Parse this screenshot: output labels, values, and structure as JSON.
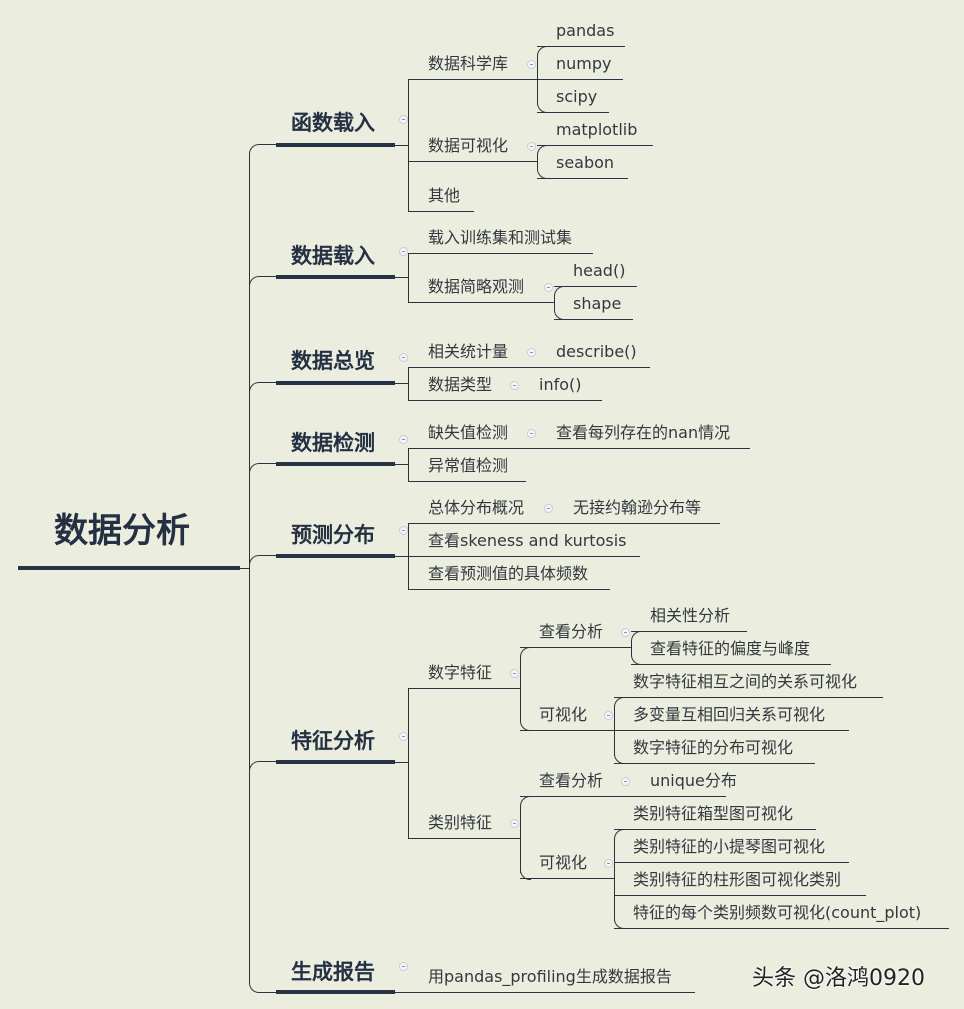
{
  "root": {
    "label": "数据分析"
  },
  "branches": [
    {
      "label": "函数载入",
      "children": [
        {
          "label": "数据科学库",
          "children": [
            "pandas",
            "numpy",
            "scipy"
          ]
        },
        {
          "label": "数据可视化",
          "children": [
            "matplotlib",
            "seabon"
          ]
        },
        {
          "label": "其他"
        }
      ]
    },
    {
      "label": "数据载入",
      "children": [
        {
          "label": "载入训练集和测试集"
        },
        {
          "label": "数据简略观测",
          "children": [
            "head()",
            "shape"
          ]
        }
      ]
    },
    {
      "label": "数据总览",
      "children": [
        {
          "label": "相关统计量",
          "children": [
            "describe()"
          ]
        },
        {
          "label": "数据类型",
          "children": [
            "info()"
          ]
        }
      ]
    },
    {
      "label": "数据检测",
      "children": [
        {
          "label": "缺失值检测",
          "children": [
            "查看每列存在的nan情况"
          ]
        },
        {
          "label": "异常值检测"
        }
      ]
    },
    {
      "label": "预测分布",
      "children": [
        {
          "label": "总体分布概况",
          "children": [
            "无接约翰逊分布等"
          ]
        },
        {
          "label": "查看skeness and kurtosis"
        },
        {
          "label": "查看预测值的具体频数"
        }
      ]
    },
    {
      "label": "特征分析",
      "children": [
        {
          "label": "数字特征",
          "children": [
            {
              "label": "查看分析",
              "children": [
                "相关性分析",
                "查看特征的偏度与峰度"
              ]
            },
            {
              "label": "可视化",
              "children": [
                "数字特征相互之间的关系可视化",
                "多变量互相回归关系可视化",
                "数字特征的分布可视化"
              ]
            }
          ]
        },
        {
          "label": "类别特征",
          "children": [
            {
              "label": "查看分析",
              "children": [
                "unique分布"
              ]
            },
            {
              "label": "可视化",
              "children": [
                "类别特征箱型图可视化",
                "类别特征的小提琴图可视化",
                "类别特征的柱形图可视化类别",
                "特征的每个类别频数可视化(count_plot)"
              ]
            }
          ]
        }
      ]
    },
    {
      "label": "生成报告",
      "children": [
        {
          "label": "用pandas_profiling生成数据报告"
        }
      ]
    }
  ],
  "watermark": "头条 @洛鸿0920",
  "colors": {
    "background": "#ebeedf",
    "line": "#2c3340",
    "title": "#263043"
  }
}
